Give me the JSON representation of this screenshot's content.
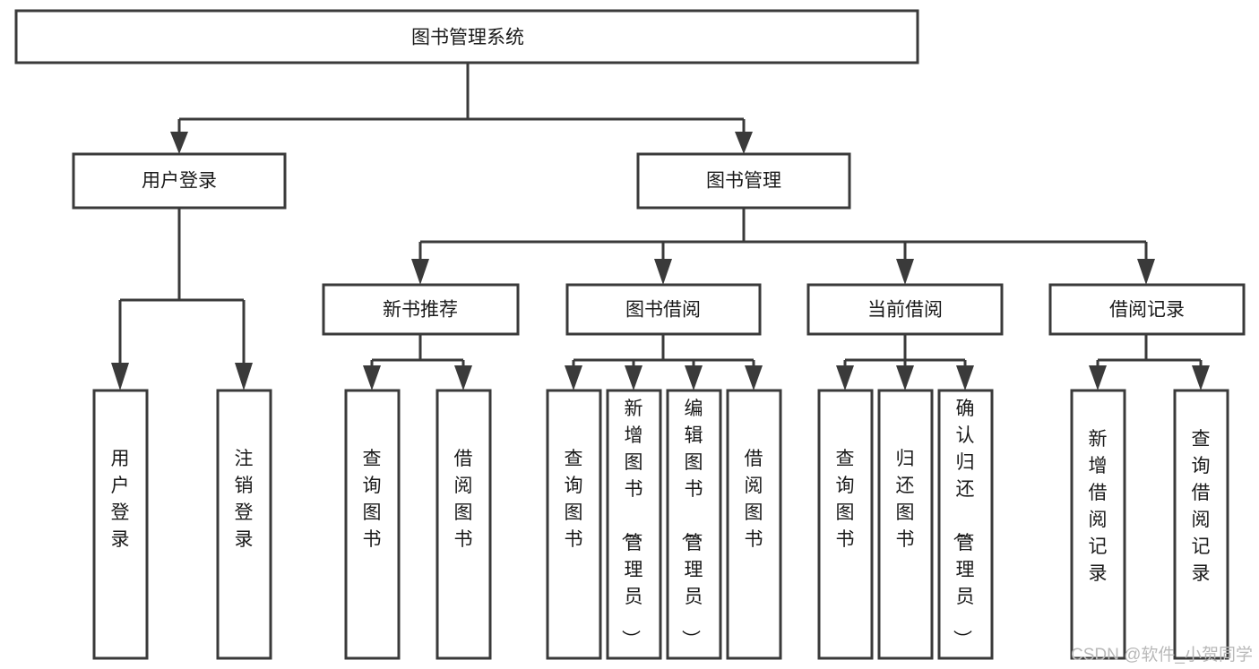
{
  "diagram": {
    "type": "tree",
    "title": "图书管理系统",
    "root": {
      "id": "root",
      "label": "图书管理系统",
      "orientation": "horizontal"
    },
    "level2": [
      {
        "id": "user-login",
        "label": "用户登录",
        "orientation": "horizontal"
      },
      {
        "id": "book-manage",
        "label": "图书管理",
        "orientation": "horizontal"
      }
    ],
    "level3": [
      {
        "id": "new-book-rec",
        "label": "新书推荐",
        "orientation": "horizontal"
      },
      {
        "id": "book-borrow",
        "label": "图书借阅",
        "orientation": "horizontal"
      },
      {
        "id": "current-borrow",
        "label": "当前借阅",
        "orientation": "horizontal"
      },
      {
        "id": "borrow-record",
        "label": "借阅记录",
        "orientation": "horizontal"
      }
    ],
    "leaves": {
      "user-login": [
        {
          "id": "leaf-user-login",
          "label": "用户登录",
          "orientation": "vertical"
        },
        {
          "id": "leaf-logout",
          "label": "注销登录",
          "orientation": "vertical"
        }
      ],
      "new-book-rec": [
        {
          "id": "leaf-query-book-1",
          "label": "查询图书",
          "orientation": "vertical"
        },
        {
          "id": "leaf-borrow-book-1",
          "label": "借阅图书",
          "orientation": "vertical"
        }
      ],
      "book-borrow": [
        {
          "id": "leaf-query-book-2",
          "label": "查询图书",
          "orientation": "vertical"
        },
        {
          "id": "leaf-add-book",
          "label": "新增图书（管理员）",
          "orientation": "vertical"
        },
        {
          "id": "leaf-edit-book",
          "label": "编辑图书（管理员）",
          "orientation": "vertical"
        },
        {
          "id": "leaf-borrow-book-2",
          "label": "借阅图书",
          "orientation": "vertical"
        }
      ],
      "current-borrow": [
        {
          "id": "leaf-query-book-3",
          "label": "查询图书",
          "orientation": "vertical"
        },
        {
          "id": "leaf-return-book",
          "label": "归还图书",
          "orientation": "vertical"
        },
        {
          "id": "leaf-confirm-return",
          "label": "确认归还（管理员）",
          "orientation": "vertical"
        }
      ],
      "borrow-record": [
        {
          "id": "leaf-add-record",
          "label": "新增借阅记录",
          "orientation": "vertical"
        },
        {
          "id": "leaf-query-record",
          "label": "查询借阅记录",
          "orientation": "vertical"
        }
      ]
    },
    "colors": {
      "box_fill": "#ffffff",
      "box_stroke": "#3a3a3a",
      "connector": "#3a3a3a",
      "text": "#1a1a1a",
      "background": "#ffffff",
      "watermark": "#b9b9b9"
    }
  },
  "watermark": {
    "label": "CSDN @软件_小贺同学"
  }
}
